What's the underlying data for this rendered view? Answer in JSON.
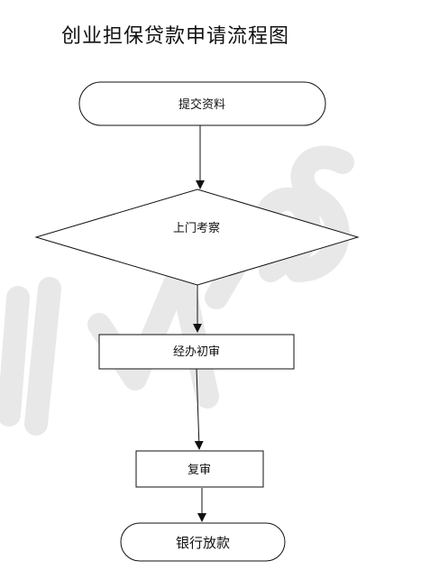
{
  "title": "创业担保贷款申请流程图",
  "watermark": "WPS",
  "nodes": [
    {
      "label": "提交资料"
    },
    {
      "label": "上门考察"
    },
    {
      "label": "经办初审"
    },
    {
      "label": "复审"
    },
    {
      "label": "银行放款"
    }
  ]
}
